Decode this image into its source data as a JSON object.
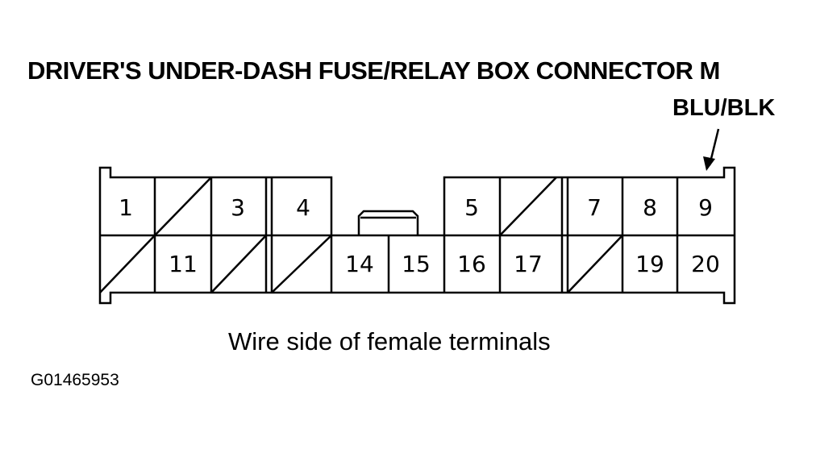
{
  "title": "DRIVER'S UNDER-DASH FUSE/RELAY BOX CONNECTOR M",
  "wire_label": "BLU/BLK",
  "caption": "Wire side of female terminals",
  "figure_code": "G01465953",
  "connector": {
    "top_row": [
      {
        "pos": 1,
        "label": "1",
        "empty": false
      },
      {
        "pos": 2,
        "label": "",
        "empty": true
      },
      {
        "pos": 3,
        "label": "3",
        "empty": false
      },
      {
        "pos": 4,
        "label": "4",
        "empty": false
      },
      {
        "pos": 5,
        "label": "5",
        "empty": false
      },
      {
        "pos": 6,
        "label": "",
        "empty": true
      },
      {
        "pos": 7,
        "label": "7",
        "empty": false
      },
      {
        "pos": 8,
        "label": "8",
        "empty": false
      },
      {
        "pos": 9,
        "label": "9",
        "empty": false
      }
    ],
    "bottom_row": [
      {
        "pos": 10,
        "label": "",
        "empty": true
      },
      {
        "pos": 11,
        "label": "11",
        "empty": false
      },
      {
        "pos": 12,
        "label": "",
        "empty": true
      },
      {
        "pos": 13,
        "label": "",
        "empty": true
      },
      {
        "pos": 14,
        "label": "14",
        "empty": false
      },
      {
        "pos": 15,
        "label": "15",
        "empty": false
      },
      {
        "pos": 16,
        "label": "16",
        "empty": false
      },
      {
        "pos": 17,
        "label": "17",
        "empty": false
      },
      {
        "pos": 18,
        "label": "",
        "empty": true
      },
      {
        "pos": 19,
        "label": "19",
        "empty": false
      },
      {
        "pos": 20,
        "label": "20",
        "empty": false
      }
    ],
    "highlighted_terminal": "9"
  }
}
